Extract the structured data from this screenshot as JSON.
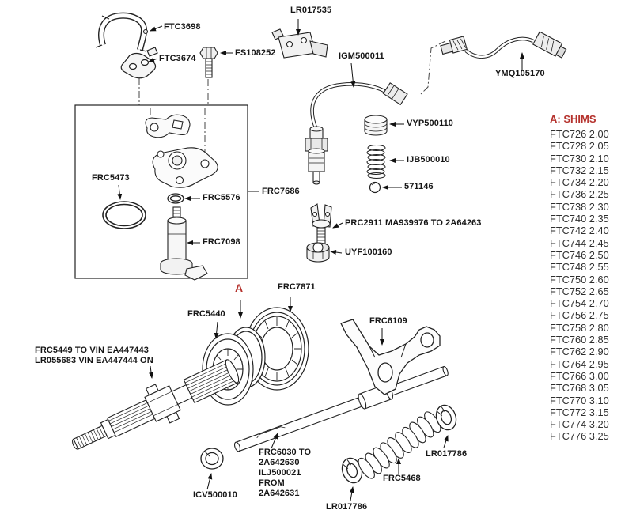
{
  "diagram_title": "Transfer gearbox mainshaft exploded parts diagram",
  "colors": {
    "accent_red": "#b5322d",
    "line": "#222222",
    "background": "#ffffff"
  },
  "callouts": {
    "ftc3698": "FTC3698",
    "ftc3674": "FTC3674",
    "fs108252": "FS108252",
    "lr017535": "LR017535",
    "igm500011": "IGM500011",
    "ymq105170": "YMQ105170",
    "vyp500110": "VYP500110",
    "ijb500010": "IJB500010",
    "ball_571146": "571146",
    "frc5473": "FRC5473",
    "frc5576": "FRC5576",
    "frc7686": "FRC7686",
    "frc7098": "FRC7098",
    "prc2911_note": "PRC2911 MA939976 TO 2A64263",
    "uyf100160": "UYF100160",
    "frc5440": "FRC5440",
    "shim_a": "A",
    "frc7871": "FRC7871",
    "frc6109": "FRC6109",
    "frc5449_note": "FRC5449 TO VIN EA447443\nLR055683 VIN EA447444 ON",
    "frc6030_note": "FRC6030 TO\n2A642630\nILJ500021\nFROM\n2A642631",
    "icv500010": "ICV500010",
    "lr017786_lower": "LR017786",
    "frc5468": "FRC5468",
    "lr017786_right": "LR017786"
  },
  "shims": {
    "title": "A: SHIMS",
    "items": [
      "FTC726 2.00",
      "FTC728 2.05",
      "FTC730 2.10",
      "FTC732 2.15",
      "FTC734 2.20",
      "FTC736 2.25",
      "FTC738 2.30",
      "FTC740 2.35",
      "FTC742 2.40",
      "FTC744 2.45",
      "FTC746 2.50",
      "FTC748 2.55",
      "FTC750 2.60",
      "FTC752 2.65",
      "FTC754 2.70",
      "FTC756 2.75",
      "FTC758 2.80",
      "FTC760 2.85",
      "FTC762 2.90",
      "FTC764 2.95",
      "FTC766 3.00",
      "FTC768 3.05",
      "FTC770 3.10",
      "FTC772 3.15",
      "FTC774 3.20",
      "FTC776 3.25"
    ]
  }
}
